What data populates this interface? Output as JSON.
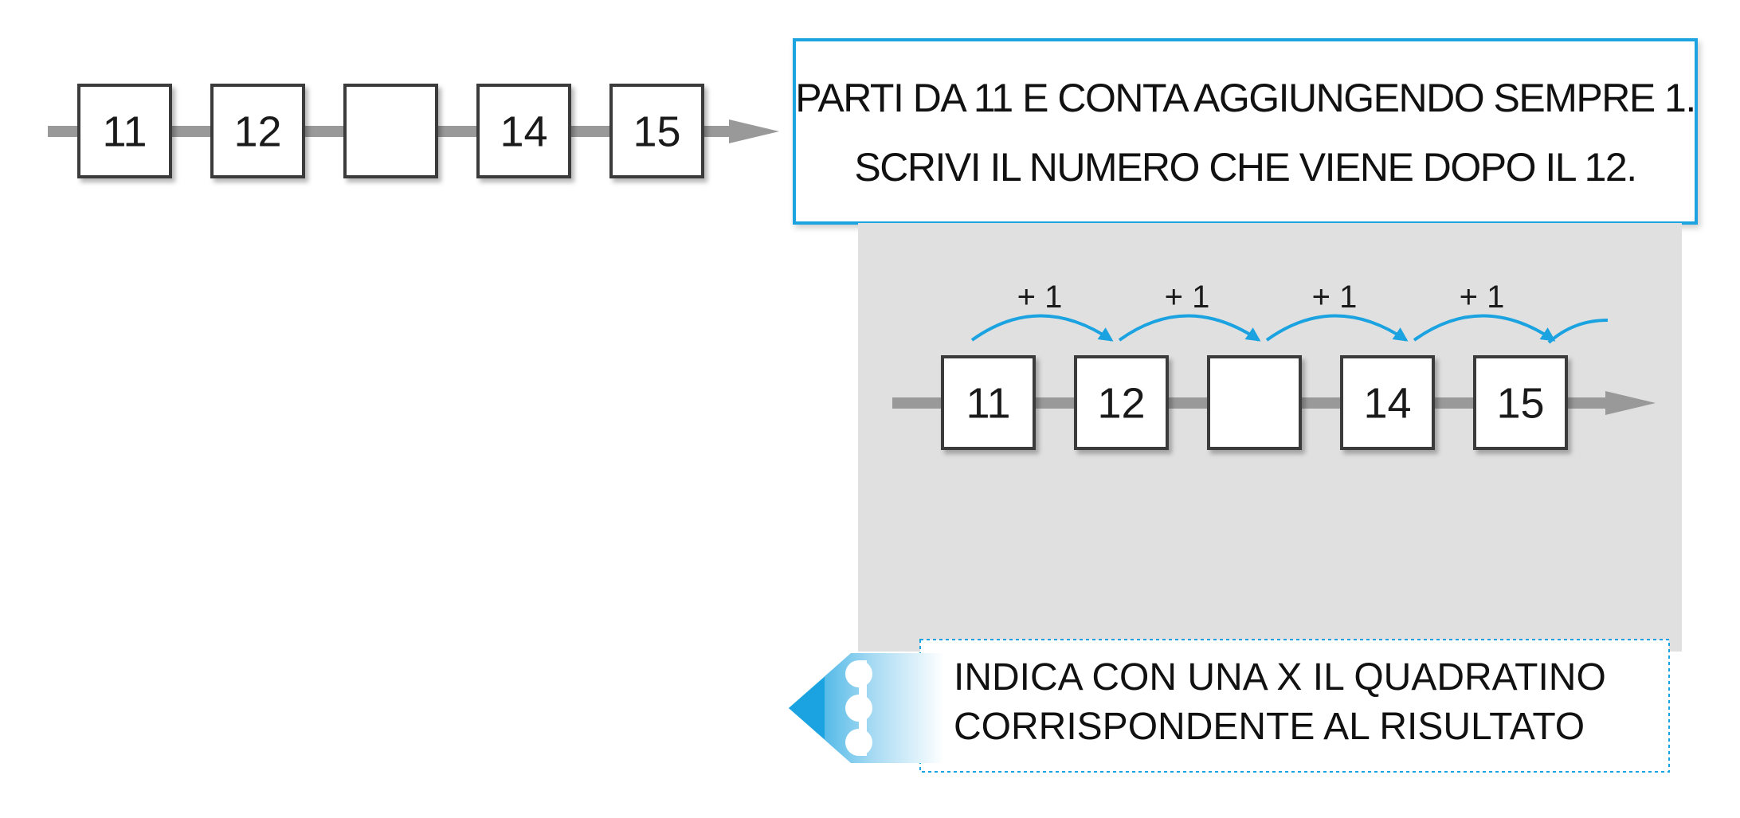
{
  "question": {
    "lines": [
      "PARTI DA 11 E CONTA AGGIUNGENDO SEMPRE 1.",
      "SCRIVI IL NUMERO CHE VIENE DOPO IL 12."
    ]
  },
  "sequence": {
    "boxes": [
      "11",
      "12",
      "",
      "14",
      "15"
    ]
  },
  "hint": {
    "steps": [
      "+ 1",
      "+ 1",
      "+ 1",
      "+ 1"
    ],
    "boxes": [
      "11",
      "12",
      "",
      "14",
      "15"
    ]
  },
  "instruction": {
    "lines": [
      "INDICA CON UNA X IL QUADRATINO",
      "CORRISPONDENTE AL RISULTATO"
    ]
  },
  "colors": {
    "accent": "#1aa3e0",
    "panel": "#e0e0e0",
    "line": "#999999",
    "box_border": "#3a3a3a"
  }
}
